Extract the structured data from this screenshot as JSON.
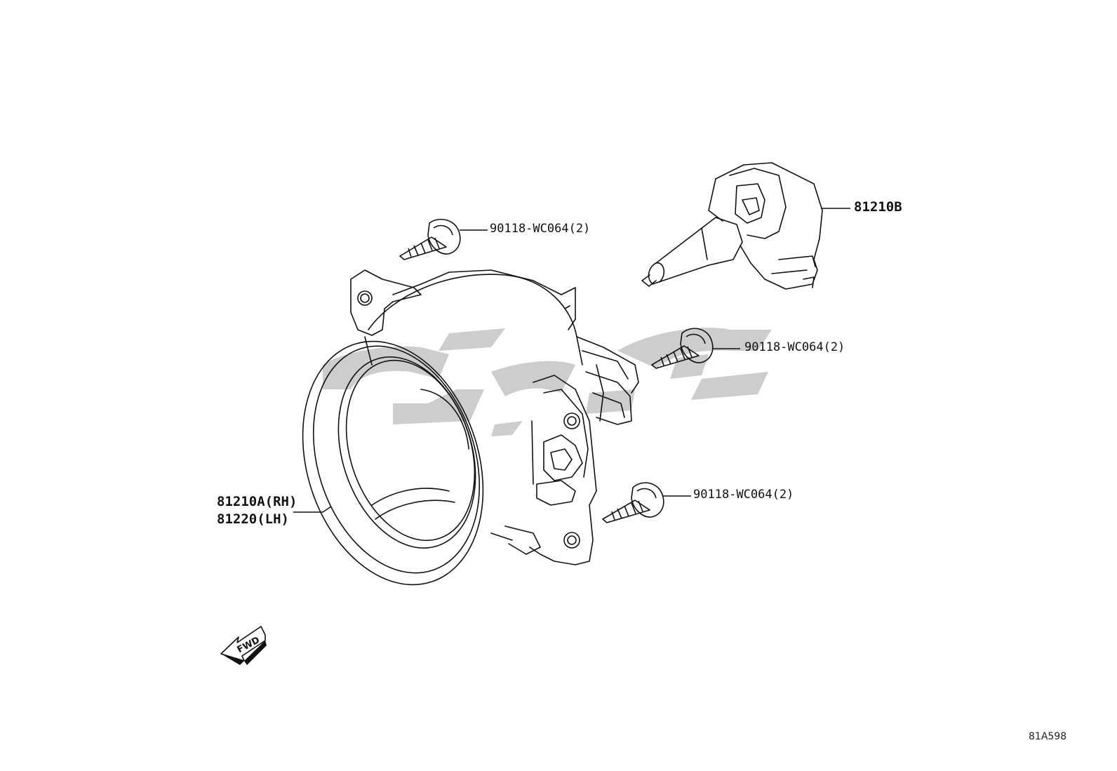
{
  "callouts": {
    "bulb": "81210B",
    "screw_top": "90118-WC064(2)",
    "screw_mid": "90118-WC064(2)",
    "screw_bottom": "90118-WC064(2)",
    "lamp_rh": "81210A(RH)",
    "lamp_lh": "81220(LH)"
  },
  "fwd_label": "FWD",
  "diagram_id": "81A598",
  "colors": {
    "line": "#111111",
    "watermark": "#c8c8c8"
  }
}
